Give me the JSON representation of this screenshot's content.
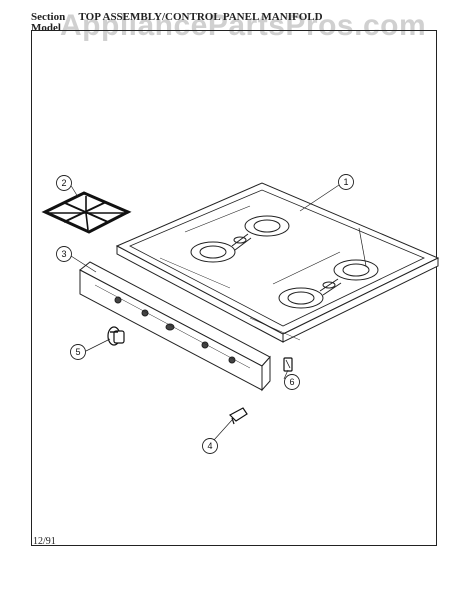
{
  "header": {
    "section_label": "Section",
    "section_title": "TOP ASSEMBLY/CONTROL PANEL MANIFOLD",
    "model_label": "Model"
  },
  "watermark": "AppliancePartsPros.com",
  "footer": {
    "date": "12/91"
  },
  "callouts": [
    {
      "number": "1",
      "part": "cooktop"
    },
    {
      "number": "2",
      "part": "grate"
    },
    {
      "number": "3",
      "part": "control-panel-manifold"
    },
    {
      "number": "4",
      "part": "bracket"
    },
    {
      "number": "5",
      "part": "knob"
    },
    {
      "number": "6",
      "part": "end-cap"
    }
  ]
}
